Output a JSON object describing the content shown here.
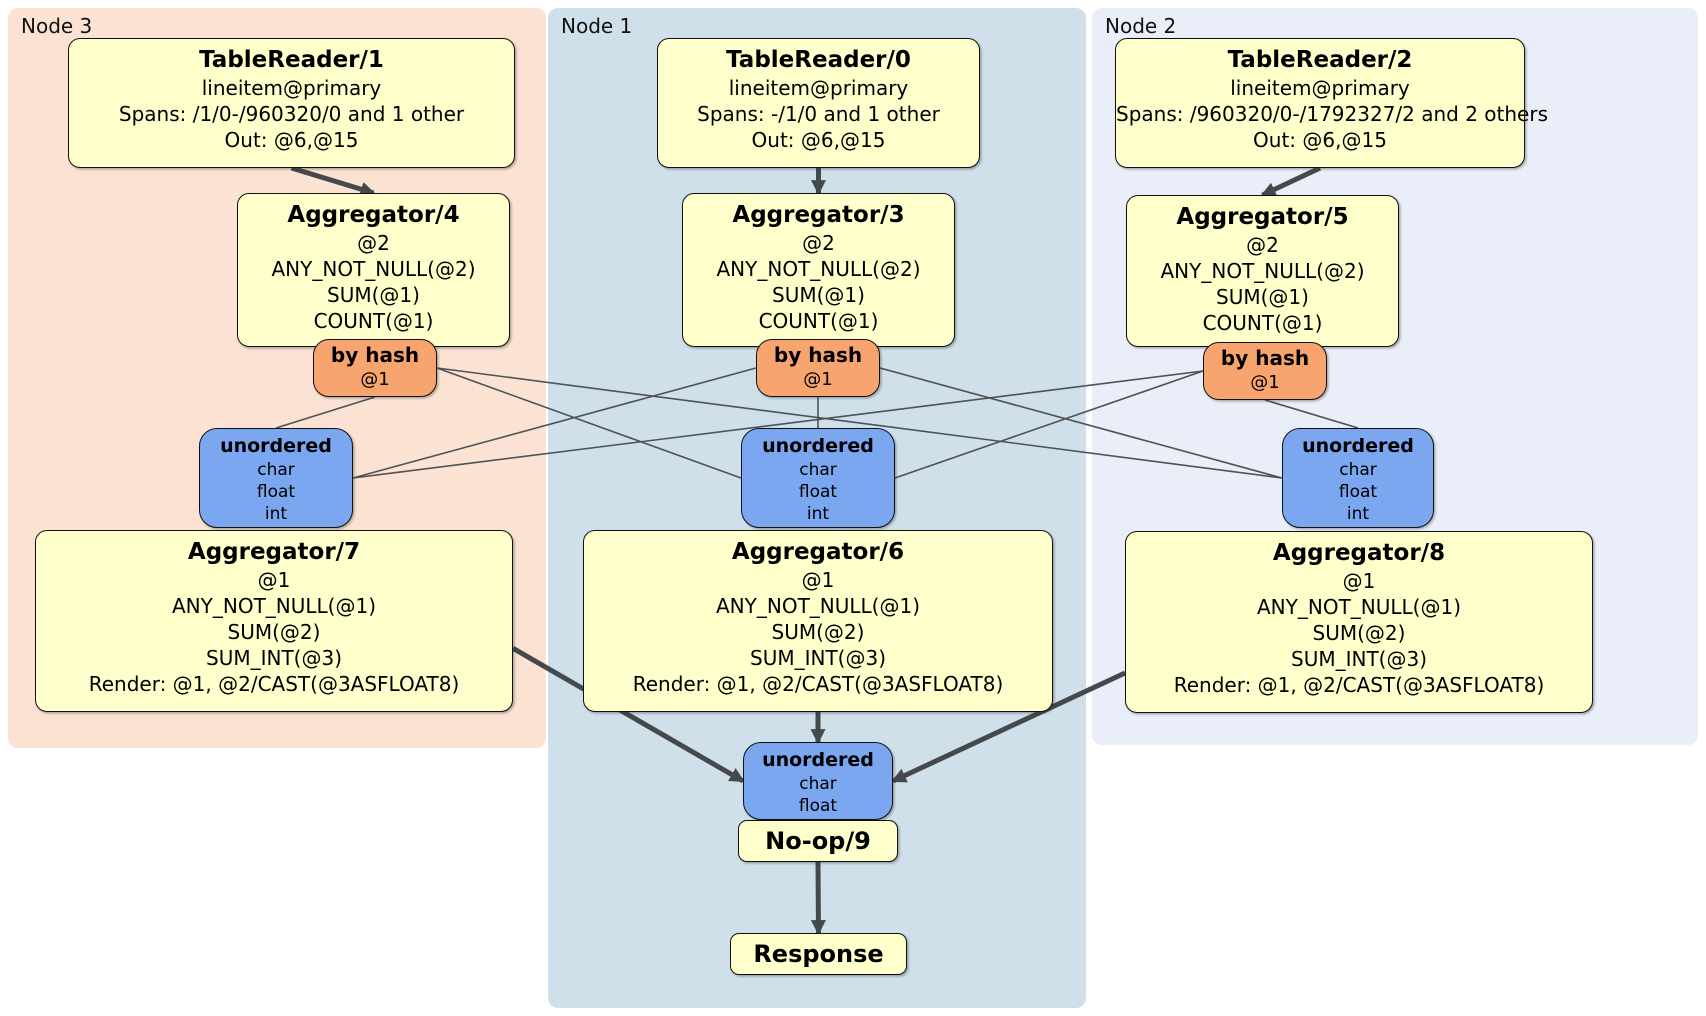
{
  "panels": [
    {
      "id": "node3",
      "label": "Node 3"
    },
    {
      "id": "node1",
      "label": "Node 1"
    },
    {
      "id": "node2",
      "label": "Node 2"
    }
  ],
  "processors": {
    "tr1": {
      "title": "TableReader/1",
      "lines": [
        "lineitem@primary",
        "Spans: /1/0-/960320/0 and 1 other",
        "Out: @6,@15"
      ]
    },
    "agg4": {
      "title": "Aggregator/4",
      "lines": [
        "@2",
        "ANY_NOT_NULL(@2)",
        "SUM(@1)",
        "COUNT(@1)"
      ]
    },
    "byhash3": {
      "title": "by hash",
      "lines": [
        "@1"
      ]
    },
    "unord3": {
      "title": "unordered",
      "lines": [
        "char",
        "float",
        "int"
      ]
    },
    "agg7": {
      "title": "Aggregator/7",
      "lines": [
        "@1",
        "ANY_NOT_NULL(@1)",
        "SUM(@2)",
        "SUM_INT(@3)",
        "Render: @1, @2/CAST(@3ASFLOAT8)"
      ]
    },
    "tr0": {
      "title": "TableReader/0",
      "lines": [
        "lineitem@primary",
        "Spans: -/1/0 and 1 other",
        "Out: @6,@15"
      ]
    },
    "agg3": {
      "title": "Aggregator/3",
      "lines": [
        "@2",
        "ANY_NOT_NULL(@2)",
        "SUM(@1)",
        "COUNT(@1)"
      ]
    },
    "byhash1": {
      "title": "by hash",
      "lines": [
        "@1"
      ]
    },
    "unord1": {
      "title": "unordered",
      "lines": [
        "char",
        "float",
        "int"
      ]
    },
    "agg6": {
      "title": "Aggregator/6",
      "lines": [
        "@1",
        "ANY_NOT_NULL(@1)",
        "SUM(@2)",
        "SUM_INT(@3)",
        "Render: @1, @2/CAST(@3ASFLOAT8)"
      ]
    },
    "unordF": {
      "title": "unordered",
      "lines": [
        "char",
        "float"
      ]
    },
    "noop9": {
      "title": "No-op/9",
      "lines": []
    },
    "response": {
      "title": "Response",
      "lines": []
    },
    "tr2": {
      "title": "TableReader/2",
      "lines": [
        "lineitem@primary",
        "Spans: /960320/0-/1792327/2 and 2 others",
        "Out: @6,@15"
      ]
    },
    "agg5": {
      "title": "Aggregator/5",
      "lines": [
        "@2",
        "ANY_NOT_NULL(@2)",
        "SUM(@1)",
        "COUNT(@1)"
      ]
    },
    "byhash2": {
      "title": "by hash",
      "lines": [
        "@1"
      ]
    },
    "unord2": {
      "title": "unordered",
      "lines": [
        "char",
        "float",
        "int"
      ]
    },
    "agg8": {
      "title": "Aggregator/8",
      "lines": [
        "@1",
        "ANY_NOT_NULL(@1)",
        "SUM(@2)",
        "SUM_INT(@3)",
        "Render: @1, @2/CAST(@3ASFLOAT8)"
      ]
    }
  },
  "edges": [
    {
      "from": "tr1",
      "to": "agg4",
      "kind": "arrow",
      "a": "bottom",
      "b": "top"
    },
    {
      "from": "tr0",
      "to": "agg3",
      "kind": "arrow",
      "a": "bottom",
      "b": "top"
    },
    {
      "from": "tr2",
      "to": "agg5",
      "kind": "arrow",
      "a": "bottom",
      "b": "top"
    },
    {
      "from": "byhash3",
      "to": "unord3",
      "kind": "line",
      "a": "bottom",
      "b": "top"
    },
    {
      "from": "byhash3",
      "to": "unord1",
      "kind": "line",
      "a": "right",
      "b": "left"
    },
    {
      "from": "byhash3",
      "to": "unord2",
      "kind": "line",
      "a": "right",
      "b": "left"
    },
    {
      "from": "byhash1",
      "to": "unord3",
      "kind": "line",
      "a": "left",
      "b": "right"
    },
    {
      "from": "byhash1",
      "to": "unord1",
      "kind": "line",
      "a": "bottom",
      "b": "top"
    },
    {
      "from": "byhash1",
      "to": "unord2",
      "kind": "line",
      "a": "right",
      "b": "left"
    },
    {
      "from": "byhash2",
      "to": "unord3",
      "kind": "line",
      "a": "left",
      "b": "right"
    },
    {
      "from": "byhash2",
      "to": "unord1",
      "kind": "line",
      "a": "left",
      "b": "right"
    },
    {
      "from": "byhash2",
      "to": "unord2",
      "kind": "line",
      "a": "bottom",
      "b": "top"
    },
    {
      "from": "agg7",
      "to": "unordF",
      "kind": "arrow",
      "a": "right-low",
      "b": "left"
    },
    {
      "from": "agg6",
      "to": "unordF",
      "kind": "arrow",
      "a": "bottom",
      "b": "top"
    },
    {
      "from": "agg8",
      "to": "unordF",
      "kind": "arrow",
      "a": "left-low",
      "b": "right"
    },
    {
      "from": "noop9",
      "to": "response",
      "kind": "arrow",
      "a": "bottom",
      "b": "top"
    }
  ],
  "colors": {
    "node3_bg": "#fbe2d2",
    "node1_bg": "#cfe0ea",
    "node2_bg": "#e9eef8",
    "processor_fill": "#ffffcc",
    "router_fill": "#f7a46e",
    "sync_fill": "#7aa7f0",
    "arrow": "#45494c",
    "thin_line": "#4f5254",
    "border": "#111111"
  }
}
